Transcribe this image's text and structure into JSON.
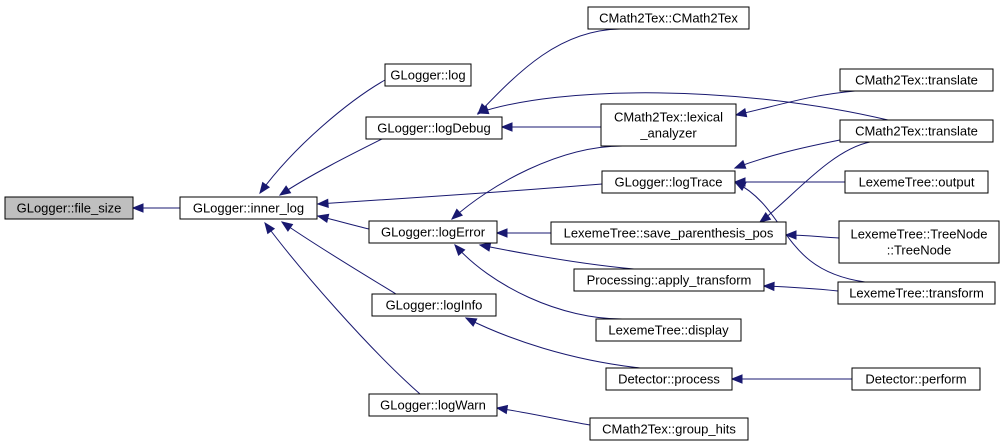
{
  "colors": {
    "edge": "#191970",
    "root_fill": "#bfbfbf",
    "node_fill": "#ffffff",
    "node_stroke": "#000000"
  },
  "nodes": [
    {
      "id": "file_size",
      "lines": [
        "GLogger::file_size"
      ]
    },
    {
      "id": "inner_log",
      "lines": [
        "GLogger::inner_log"
      ]
    },
    {
      "id": "log",
      "lines": [
        "GLogger::log"
      ]
    },
    {
      "id": "logDebug",
      "lines": [
        "GLogger::logDebug"
      ]
    },
    {
      "id": "logError",
      "lines": [
        "GLogger::logError"
      ]
    },
    {
      "id": "logInfo",
      "lines": [
        "GLogger::logInfo"
      ]
    },
    {
      "id": "logWarn",
      "lines": [
        "GLogger::logWarn"
      ]
    },
    {
      "id": "cm2t_ctor",
      "lines": [
        "CMath2Tex::CMath2Tex"
      ]
    },
    {
      "id": "lexical",
      "lines": [
        "CMath2Tex::lexical",
        "_analyzer"
      ]
    },
    {
      "id": "logTrace",
      "lines": [
        "GLogger::logTrace"
      ]
    },
    {
      "id": "save_par",
      "lines": [
        "LexemeTree::save_parenthesis_pos"
      ]
    },
    {
      "id": "apply_tr",
      "lines": [
        "Processing::apply_transform"
      ]
    },
    {
      "id": "display",
      "lines": [
        "LexemeTree::display"
      ]
    },
    {
      "id": "process",
      "lines": [
        "Detector::process"
      ]
    },
    {
      "id": "group_hits",
      "lines": [
        "CMath2Tex::group_hits"
      ]
    },
    {
      "id": "translate1",
      "lines": [
        "CMath2Tex::translate"
      ]
    },
    {
      "id": "translate2",
      "lines": [
        "CMath2Tex::translate"
      ]
    },
    {
      "id": "output",
      "lines": [
        "LexemeTree::output"
      ]
    },
    {
      "id": "treenode",
      "lines": [
        "LexemeTree::TreeNode",
        "::TreeNode"
      ]
    },
    {
      "id": "transform",
      "lines": [
        "LexemeTree::transform"
      ]
    },
    {
      "id": "perform",
      "lines": [
        "Detector::perform"
      ]
    }
  ],
  "edges": [
    [
      "inner_log",
      "file_size"
    ],
    [
      "log",
      "inner_log"
    ],
    [
      "logDebug",
      "inner_log"
    ],
    [
      "logTrace",
      "inner_log"
    ],
    [
      "logError",
      "inner_log"
    ],
    [
      "logInfo",
      "inner_log"
    ],
    [
      "logWarn",
      "inner_log"
    ],
    [
      "cm2t_ctor",
      "logDebug"
    ],
    [
      "lexical",
      "logDebug"
    ],
    [
      "translate2",
      "logDebug"
    ],
    [
      "lexical",
      "logError"
    ],
    [
      "save_par",
      "logError"
    ],
    [
      "apply_tr",
      "logError"
    ],
    [
      "display",
      "logError"
    ],
    [
      "process",
      "logInfo"
    ],
    [
      "group_hits",
      "logWarn"
    ],
    [
      "translate1",
      "lexical"
    ],
    [
      "translate2",
      "logTrace"
    ],
    [
      "output",
      "logTrace"
    ],
    [
      "transform",
      "logTrace"
    ],
    [
      "translate2",
      "save_par"
    ],
    [
      "treenode",
      "save_par"
    ],
    [
      "transform",
      "apply_tr"
    ],
    [
      "perform",
      "process"
    ]
  ]
}
